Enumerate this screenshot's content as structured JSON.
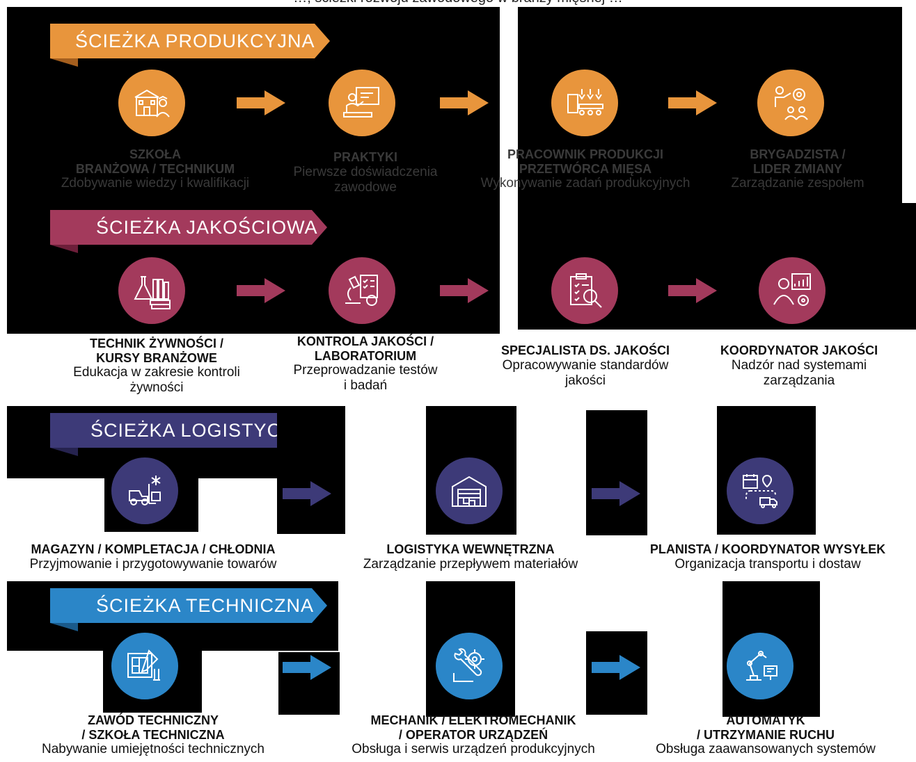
{
  "top_text": "…, ścieżki rozwoju zawodowego w branży mięsnej …",
  "colors": {
    "production": "#e8953c",
    "quality": "#a33a5c",
    "logistics": "#3d3a78",
    "technical": "#2b86c8"
  },
  "paths": [
    {
      "id": "production",
      "title": "ŚCIEŻKA PRODUKCYJNA",
      "steps": [
        {
          "icon": "school-icon",
          "title_lines": [
            "SZKOŁA",
            "BRANŻOWA / TECHNIKUM"
          ],
          "desc_lines": [
            "Zdobywanie wiedzy i kwalifikacji"
          ]
        },
        {
          "icon": "teacher-board-icon",
          "title_lines": [
            "PRAKTYKI"
          ],
          "desc_lines": [
            "Pierwsze doświadczenia",
            "zawodowe"
          ]
        },
        {
          "icon": "production-line-icon",
          "title_lines": [
            "PRACOWNIK PRODUKCJI",
            "PRZETWÓRCA MIĘSA"
          ],
          "desc_lines": [
            "Wykonywanie zadań produkcyjnych"
          ]
        },
        {
          "icon": "team-leader-icon",
          "title_lines": [
            "BRYGADZISTA /",
            "LIDER ZMIANY"
          ],
          "desc_lines": [
            "Zarządzanie zespołem"
          ]
        }
      ]
    },
    {
      "id": "quality",
      "title": "ŚCIEŻKA JAKOŚCIOWA",
      "steps": [
        {
          "icon": "flask-books-icon",
          "title_lines": [
            "TECHNIK ŻYWNOŚCI /",
            "KURSY BRANŻOWE"
          ],
          "desc_lines": [
            "Edukacja w zakresie kontroli",
            "żywności"
          ]
        },
        {
          "icon": "microscope-checklist-icon",
          "title_lines": [
            "KONTROLA JAKOŚCI /",
            "LABORATORIUM"
          ],
          "desc_lines": [
            "Przeprowadzanie testów",
            "i badań"
          ]
        },
        {
          "icon": "clipboard-magnifier-icon",
          "title_lines": [
            "SPECJALISTA DS. JAKOŚCI"
          ],
          "desc_lines": [
            "Opracowywanie standardów",
            "jakości"
          ]
        },
        {
          "icon": "manager-chart-icon",
          "title_lines": [
            "KOORDYNATOR JAKOŚCI"
          ],
          "desc_lines": [
            "Nadzór nad systemami",
            "zarządzania"
          ]
        }
      ]
    },
    {
      "id": "logistics",
      "title": "ŚCIEŻKA LOGISTYCZNA",
      "steps": [
        {
          "icon": "forklift-icon",
          "title_lines": [
            "MAGAZYN / KOMPLETACJA / CHŁODNIA"
          ],
          "desc_lines": [
            "Przyjmowanie i przygotowywanie towarów"
          ]
        },
        {
          "icon": "warehouse-icon",
          "title_lines": [
            "LOGISTYKA WEWNĘTRZNA"
          ],
          "desc_lines": [
            "Zarządzanie przepływem materiałów"
          ]
        },
        {
          "icon": "delivery-route-icon",
          "title_lines": [
            "PLANISTA / KOORDYNATOR WYSYŁEK"
          ],
          "desc_lines": [
            "Organizacja transportu i dostaw"
          ]
        }
      ]
    },
    {
      "id": "technical",
      "title": "ŚCIEŻKA TECHNICZNA",
      "steps": [
        {
          "icon": "blueprint-tools-icon",
          "title_lines": [
            "ZAWÓD TECHNICZNY",
            "/ SZKOŁA TECHNICZNA"
          ],
          "desc_lines": [
            "Nabywanie umiejętności technicznych"
          ]
        },
        {
          "icon": "wrench-gear-icon",
          "title_lines": [
            "MECHANIK / ELEKTROMECHANIK",
            "/ OPERATOR URZĄDZEŃ"
          ],
          "desc_lines": [
            "Obsługa i serwis urządzeń produkcyjnych"
          ]
        },
        {
          "icon": "robot-arm-icon",
          "title_lines": [
            "AUTOMATYK",
            "/ UTRZYMANIE RUCHU"
          ],
          "desc_lines": [
            "Obsługa zaawansowanych systemów"
          ]
        }
      ]
    }
  ]
}
